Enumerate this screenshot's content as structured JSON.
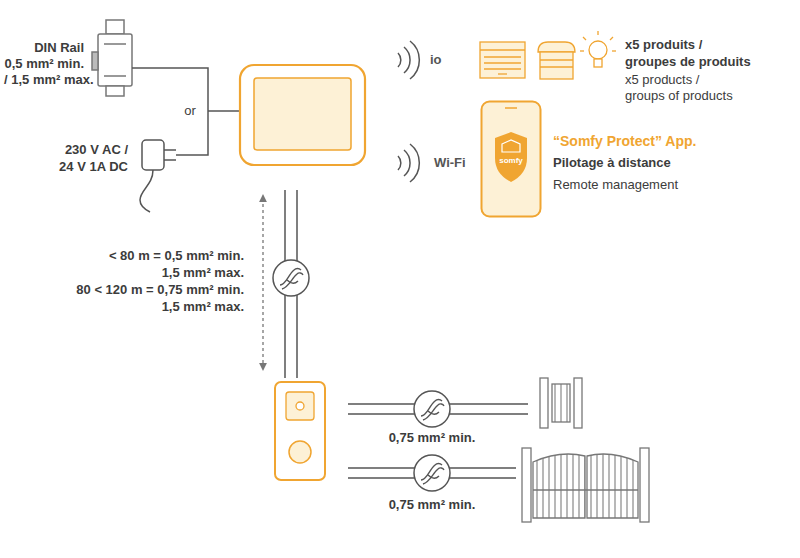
{
  "diagram": {
    "nodes": [
      {
        "text": [
          "somfy"
        ]
      }
    ],
    "labels": [
      "DIN Rail",
      "0,5 mm² min.",
      "/ 1,5 mm² max.",
      "or",
      "230 V AC /",
      "24 V 1A DC",
      "io",
      "x5 produits /",
      "groupes de produits",
      "x5 products /",
      "groups of products",
      "Wi-Fi",
      "“Somfy Protect” App.",
      "Pilotage à distance",
      "Remote management",
      "< 80 m = 0,5 mm² min.",
      "1,5 mm² max.",
      "80 < 120 m = 0,75 mm² min.",
      "1,5 mm² max.",
      "0,75 mm² min.",
      "0,75 mm² min."
    ]
  }
}
